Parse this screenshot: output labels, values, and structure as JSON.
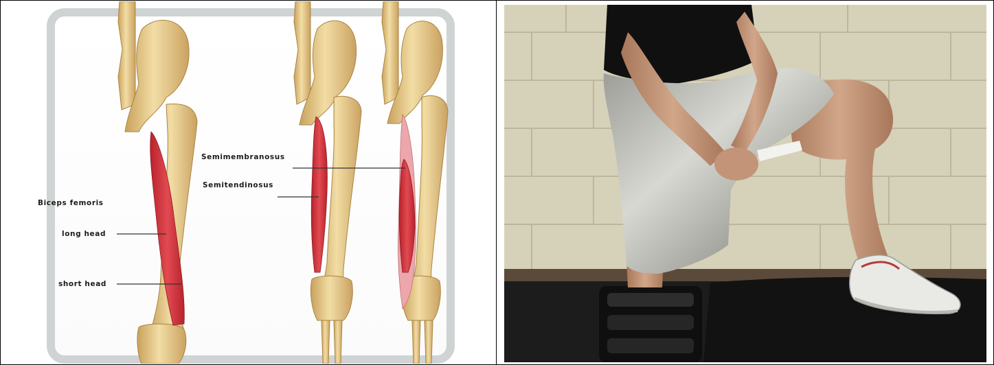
{
  "anatomy_diagram": {
    "labels": {
      "biceps_femoris": "Biceps femoris",
      "long_head": "long head",
      "short_head": "short head",
      "semimembranosus": "Semimembranosus",
      "semitendinosus": "Semitendinosus"
    },
    "colors": {
      "bone": "#e9cf8e",
      "bone_shadow": "#c9a25c",
      "muscle": "#d7353d",
      "muscle_light": "#eba7ab",
      "frame": "#cfd3d3"
    }
  },
  "photo": {
    "subject": "hamstring stretch with foot raised on a bench",
    "colors": {
      "wall": "#d6d1b9",
      "shorts": "#b9b9b3",
      "shirt": "#101010",
      "skin": "#c79a7b",
      "floor": "#1c1c1c"
    }
  }
}
